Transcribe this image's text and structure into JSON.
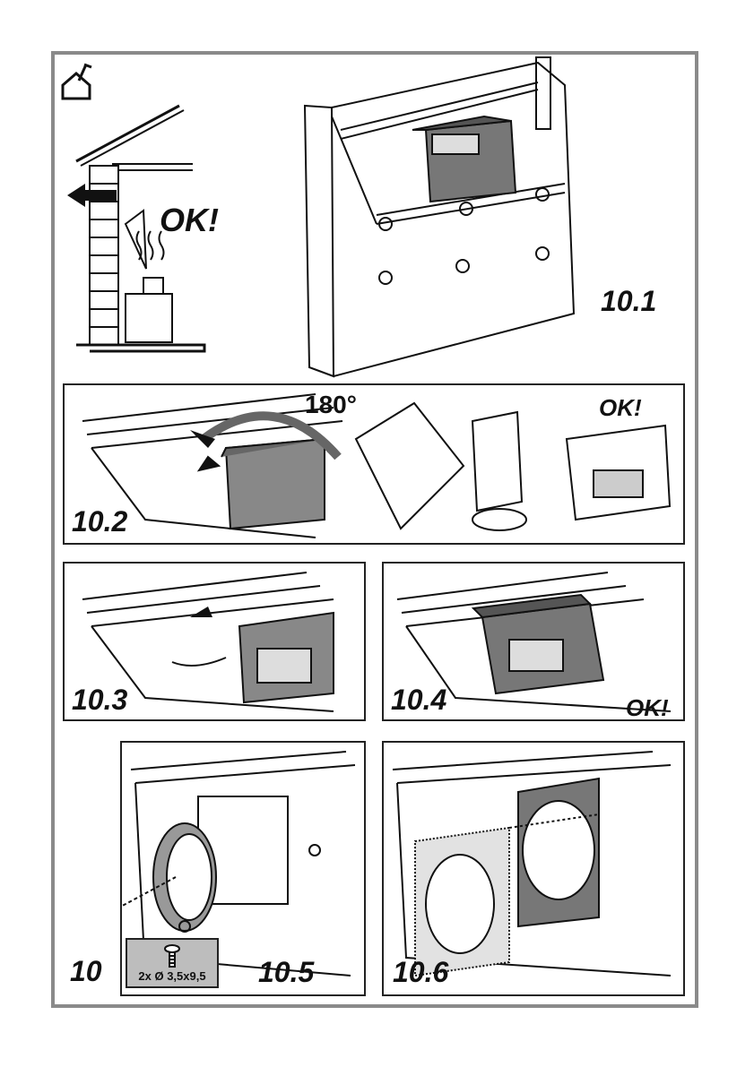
{
  "figure": {
    "step_number": "10",
    "ok_text": "OK!",
    "panels": {
      "p10_1": {
        "label": "10.1"
      },
      "p10_2": {
        "label": "10.2",
        "rotation": "180°",
        "ok": "OK!"
      },
      "p10_3": {
        "label": "10.3"
      },
      "p10_4": {
        "label": "10.4",
        "ok": "OK!"
      },
      "p10_5": {
        "label": "10.5",
        "screw_spec": "2x Ø 3,5x9,5"
      },
      "p10_6": {
        "label": "10.6"
      }
    }
  },
  "icons": [
    "house-icon",
    "screw-icon",
    "arrow-icon"
  ]
}
